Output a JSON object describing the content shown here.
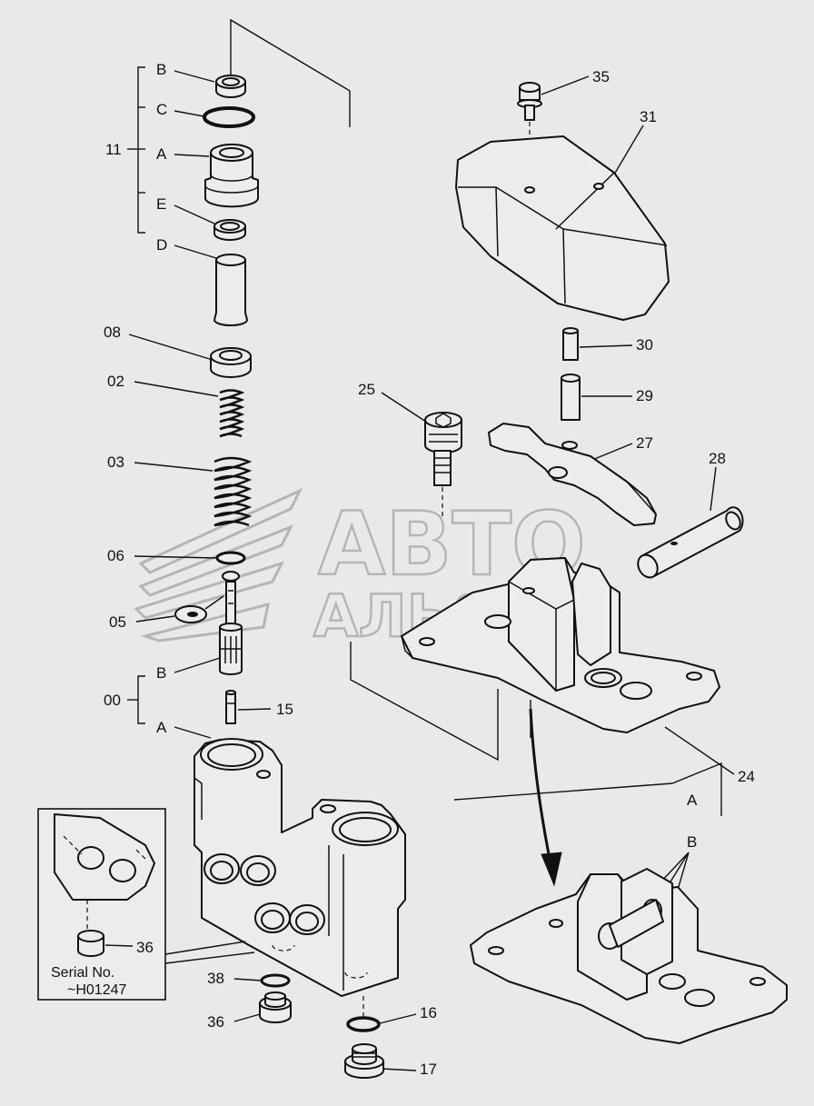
{
  "watermark": {
    "line1": "АВТО",
    "line2": "АЛЬЯНС"
  },
  "labels": {
    "n35": "35",
    "n31": "31",
    "n30": "30",
    "n29": "29",
    "n25": "25",
    "n27": "27",
    "n28": "28",
    "n24": "24",
    "n11": "11",
    "B": "B",
    "C": "C",
    "A": "A",
    "E": "E",
    "D": "D",
    "n08": "08",
    "n02": "02",
    "n03": "03",
    "n06": "06",
    "n05": "05",
    "n00": "00",
    "B2": "B",
    "A2": "A",
    "n15": "15",
    "n36": "36",
    "n38": "38",
    "n36b": "36",
    "n16": "16",
    "n17": "17",
    "A3": "A",
    "B3": "B"
  },
  "inset": {
    "serial_line1": "Serial No.",
    "serial_line2": "~H01247"
  }
}
